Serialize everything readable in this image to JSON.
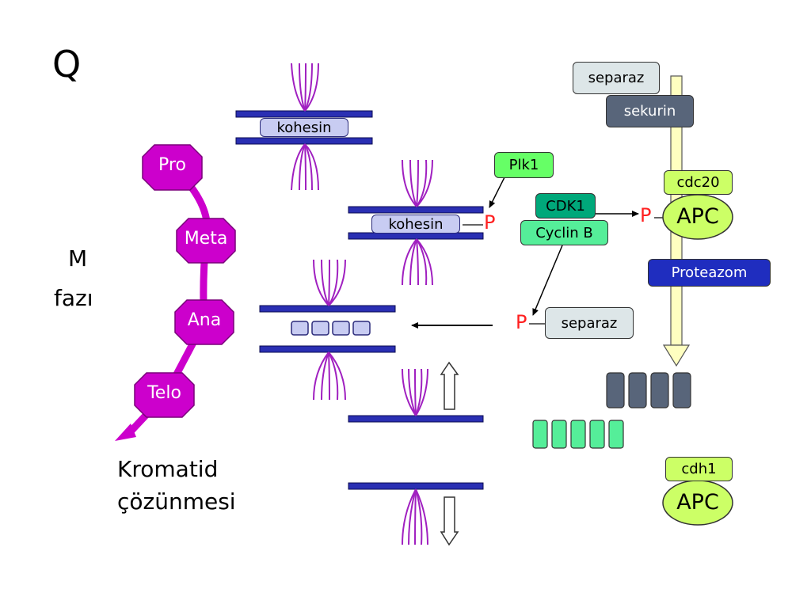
{
  "title_letter": "Q",
  "phase_group": {
    "line1": "M",
    "line2": "fazı"
  },
  "phases": [
    "Pro",
    "Meta",
    "Ana",
    "Telo"
  ],
  "result": {
    "line1": "Kromatid",
    "line2": "çözünmesi"
  },
  "cohesin_label": "kohesin",
  "plk1": "Plk1",
  "cdk1": "CDK1",
  "cyclin_b": "Cyclin B",
  "phospho": "P",
  "separase": "separaz",
  "securin": "sekurin",
  "cdc20": "cdc20",
  "cdh1": "cdh1",
  "apc": "APC",
  "proteasome": "Proteazom",
  "colors": {
    "phase": "#cc00cc",
    "chromatid": "#2a2fb3",
    "spindle": "#a020c0",
    "phospho": "#ff2020",
    "degradation_arrow": "#ffffc0",
    "securin_fragment": "#58657a",
    "apc_fragment": "#55ee99"
  }
}
